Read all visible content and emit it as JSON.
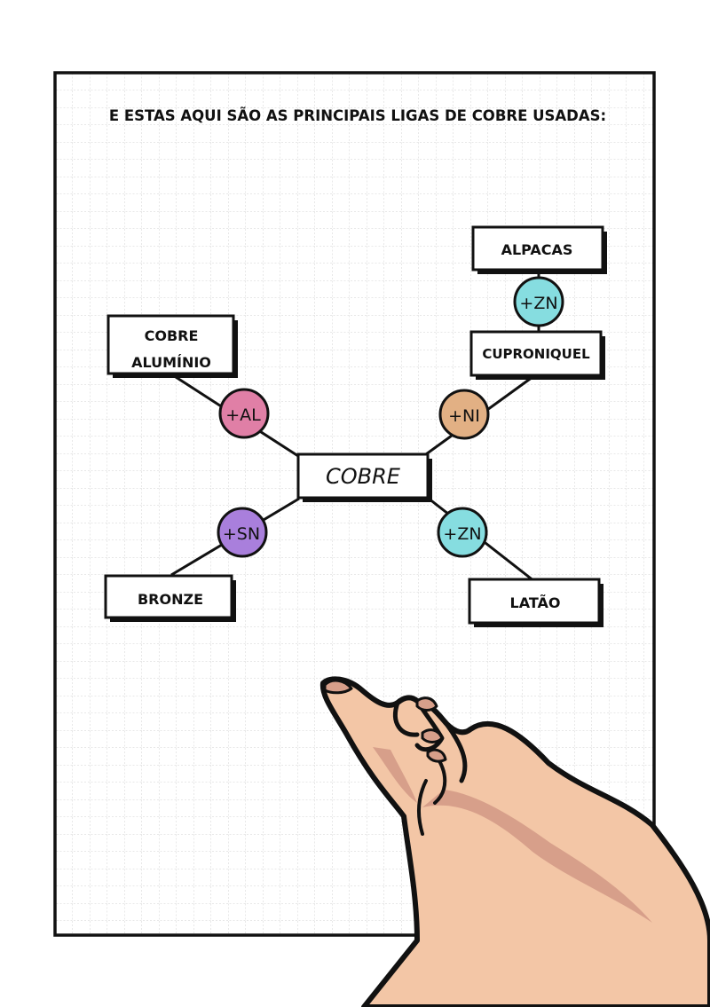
{
  "diagram": {
    "title": "E ESTAS AQUI SÃO AS PRINCIPAIS LIGAS DE COBRE USADAS:",
    "center": {
      "label": "COBRE"
    },
    "nodes": {
      "aluminio": {
        "line1": "COBRE",
        "line2": "ALUMÍNIO"
      },
      "bronze": {
        "label": "BRONZE"
      },
      "cuproniquel": {
        "label": "CUPRONIQUEL"
      },
      "alpacas": {
        "label": "ALPACAS"
      },
      "latao": {
        "label": "LATÃO"
      }
    },
    "elements": {
      "al": {
        "label": "+AL",
        "color": "#e07fa6"
      },
      "sn": {
        "label": "+SN",
        "color": "#a97fdc"
      },
      "ni": {
        "label": "+NI",
        "color": "#e2b084"
      },
      "zn_latao": {
        "label": "+ZN",
        "color": "#86dde0"
      },
      "zn_alpacas": {
        "label": "+ZN",
        "color": "#86dde0"
      }
    }
  },
  "colors": {
    "paper": "#ffffff",
    "grid": "#cfcfcf",
    "ink": "#111111",
    "skin": "#f3c6a6",
    "skin_shade": "#d79f8a"
  }
}
